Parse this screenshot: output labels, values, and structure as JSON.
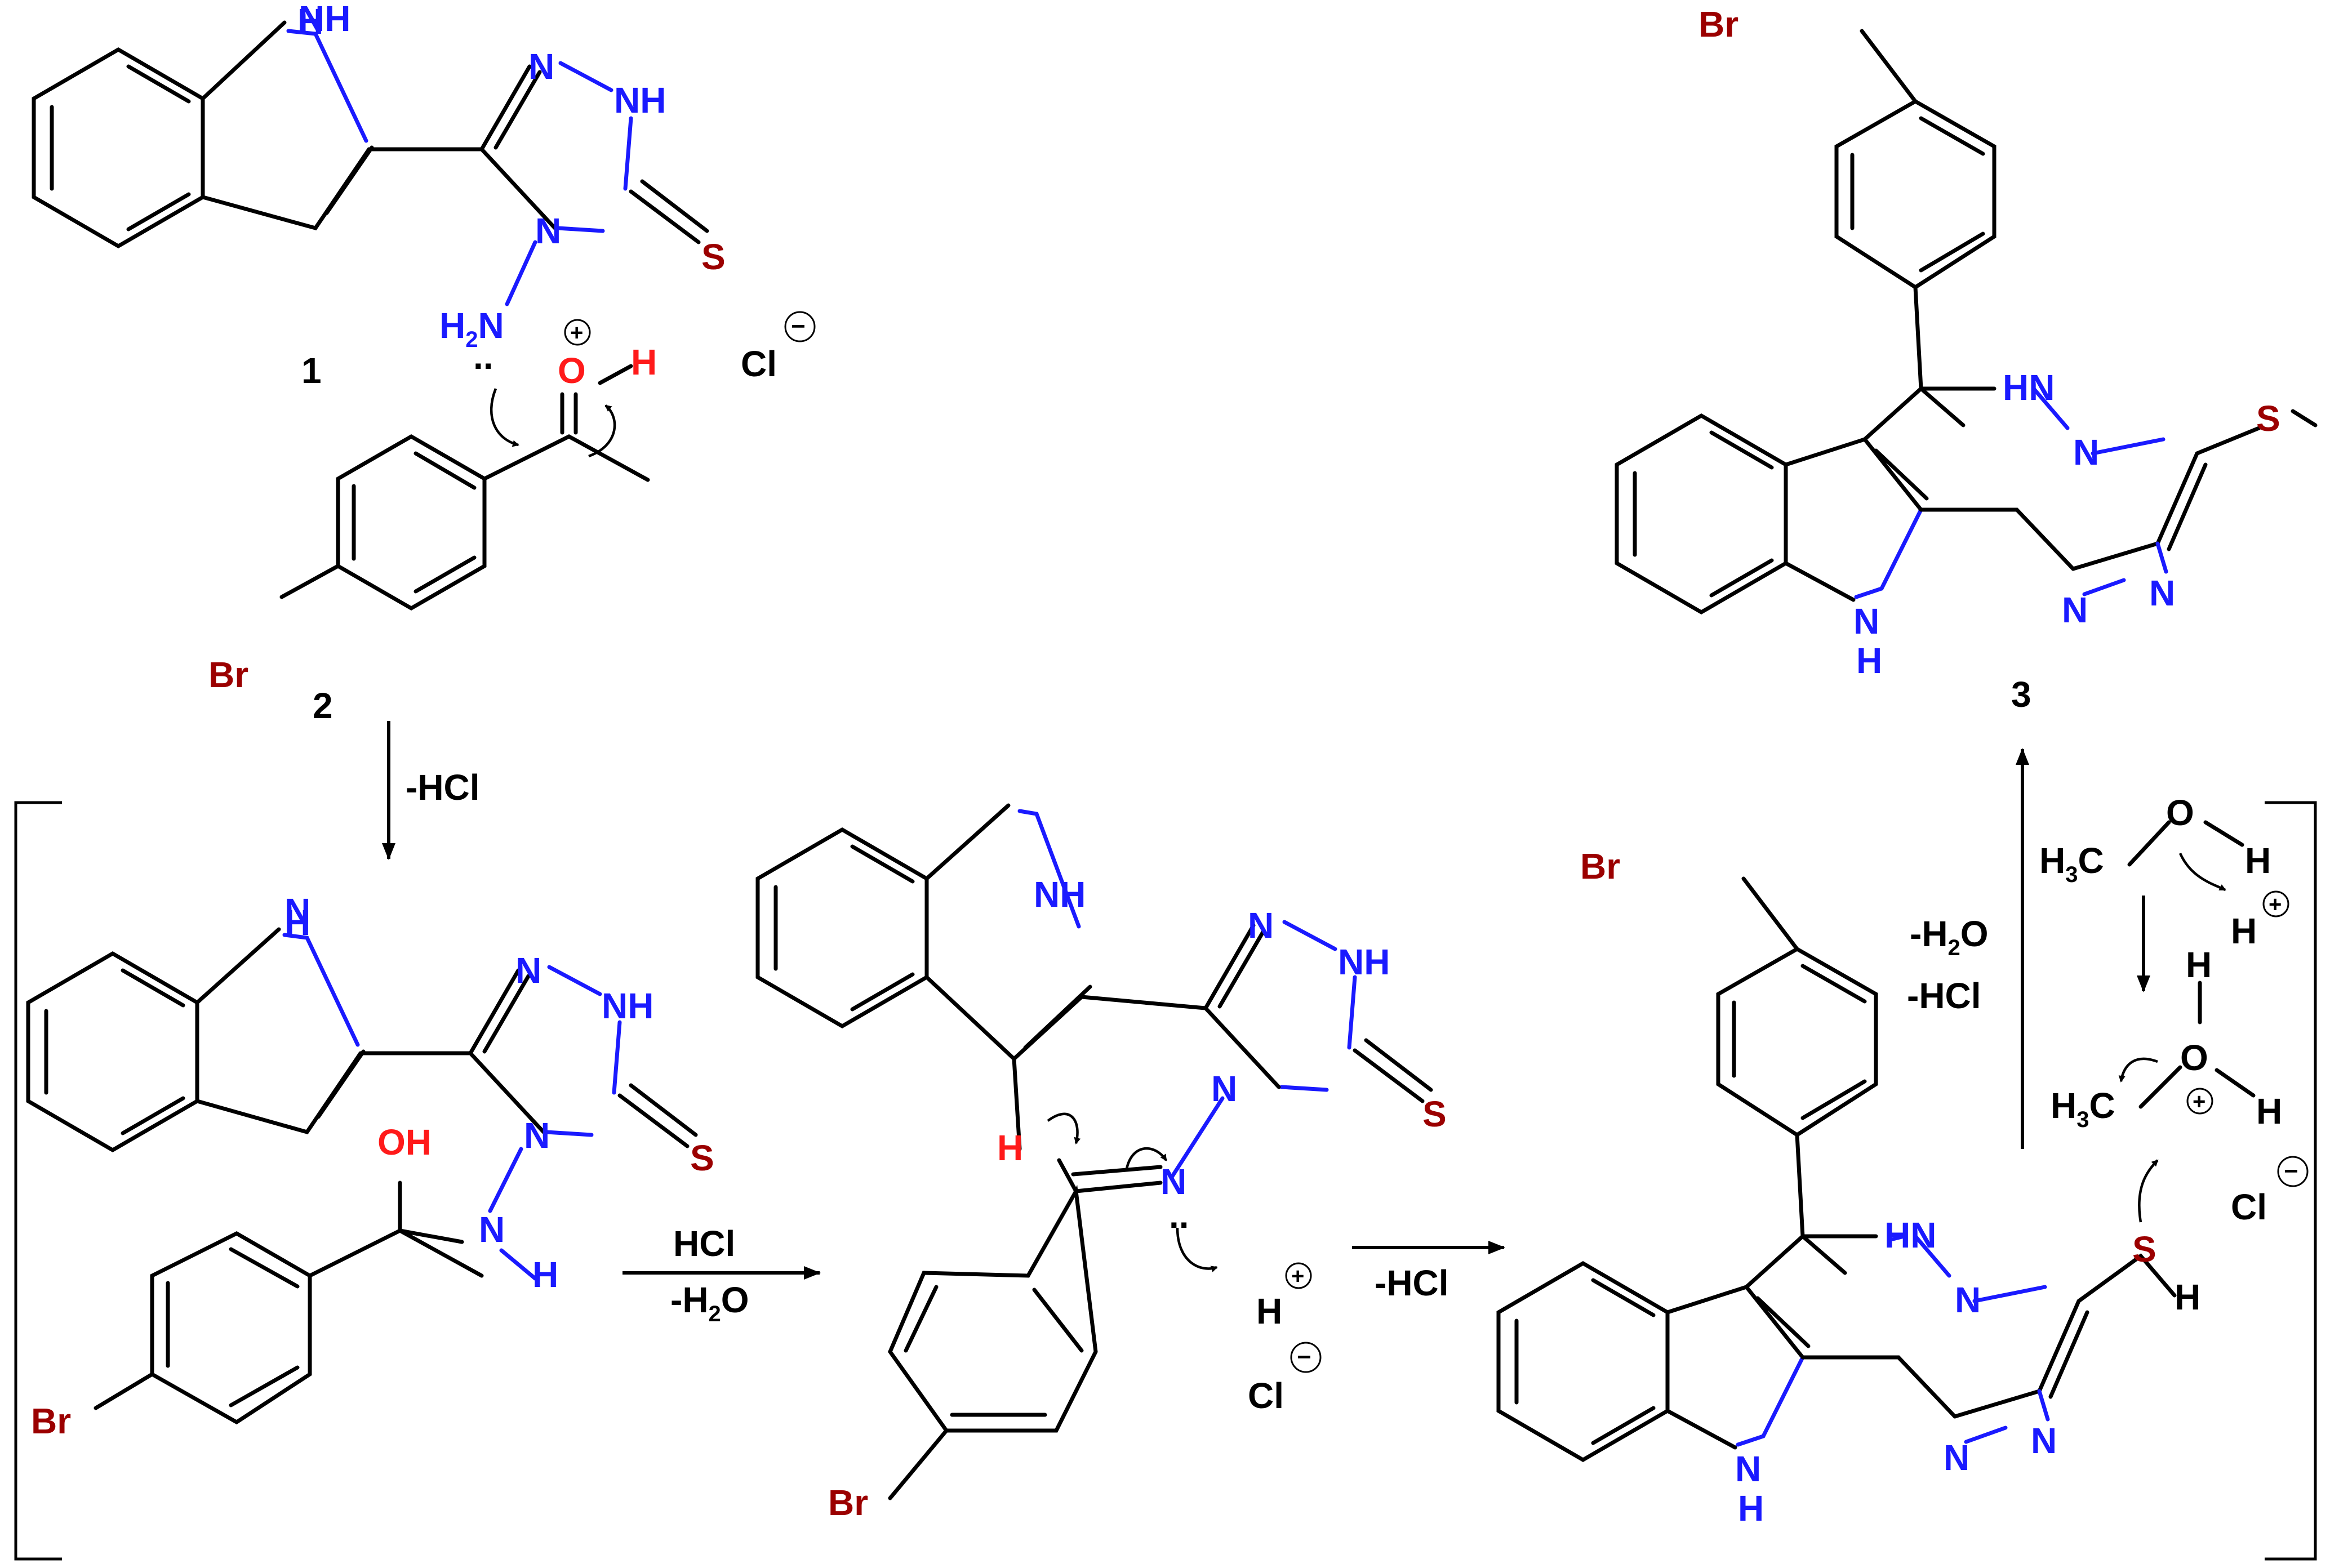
{
  "compound_labels": {
    "c1": "1",
    "c2": "2",
    "c3": "3"
  },
  "atoms": {
    "N": "N",
    "NH": "NH",
    "HN": "HN",
    "H": "H",
    "S": "S",
    "O": "O",
    "OH": "OH",
    "Br": "Br",
    "H2N_main": "H",
    "H2N_sub": "2",
    "H2N_end": "N",
    "H3C_h": "H",
    "H3C_sub": "3",
    "H3C_c": "C",
    "Cl": "Cl"
  },
  "conditions": {
    "step1": "-HCl",
    "step2_top": "HCl",
    "step2_bottom_main": "-H",
    "step2_bottom_sub": "2",
    "step2_bottom_end": "O",
    "step3": "-HCl",
    "step4_top_main": "-H",
    "step4_top_sub": "2",
    "step4_top_end": "O",
    "step4_bottom": "-HCl"
  },
  "charges": {
    "plus": "+",
    "minus": "−"
  }
}
